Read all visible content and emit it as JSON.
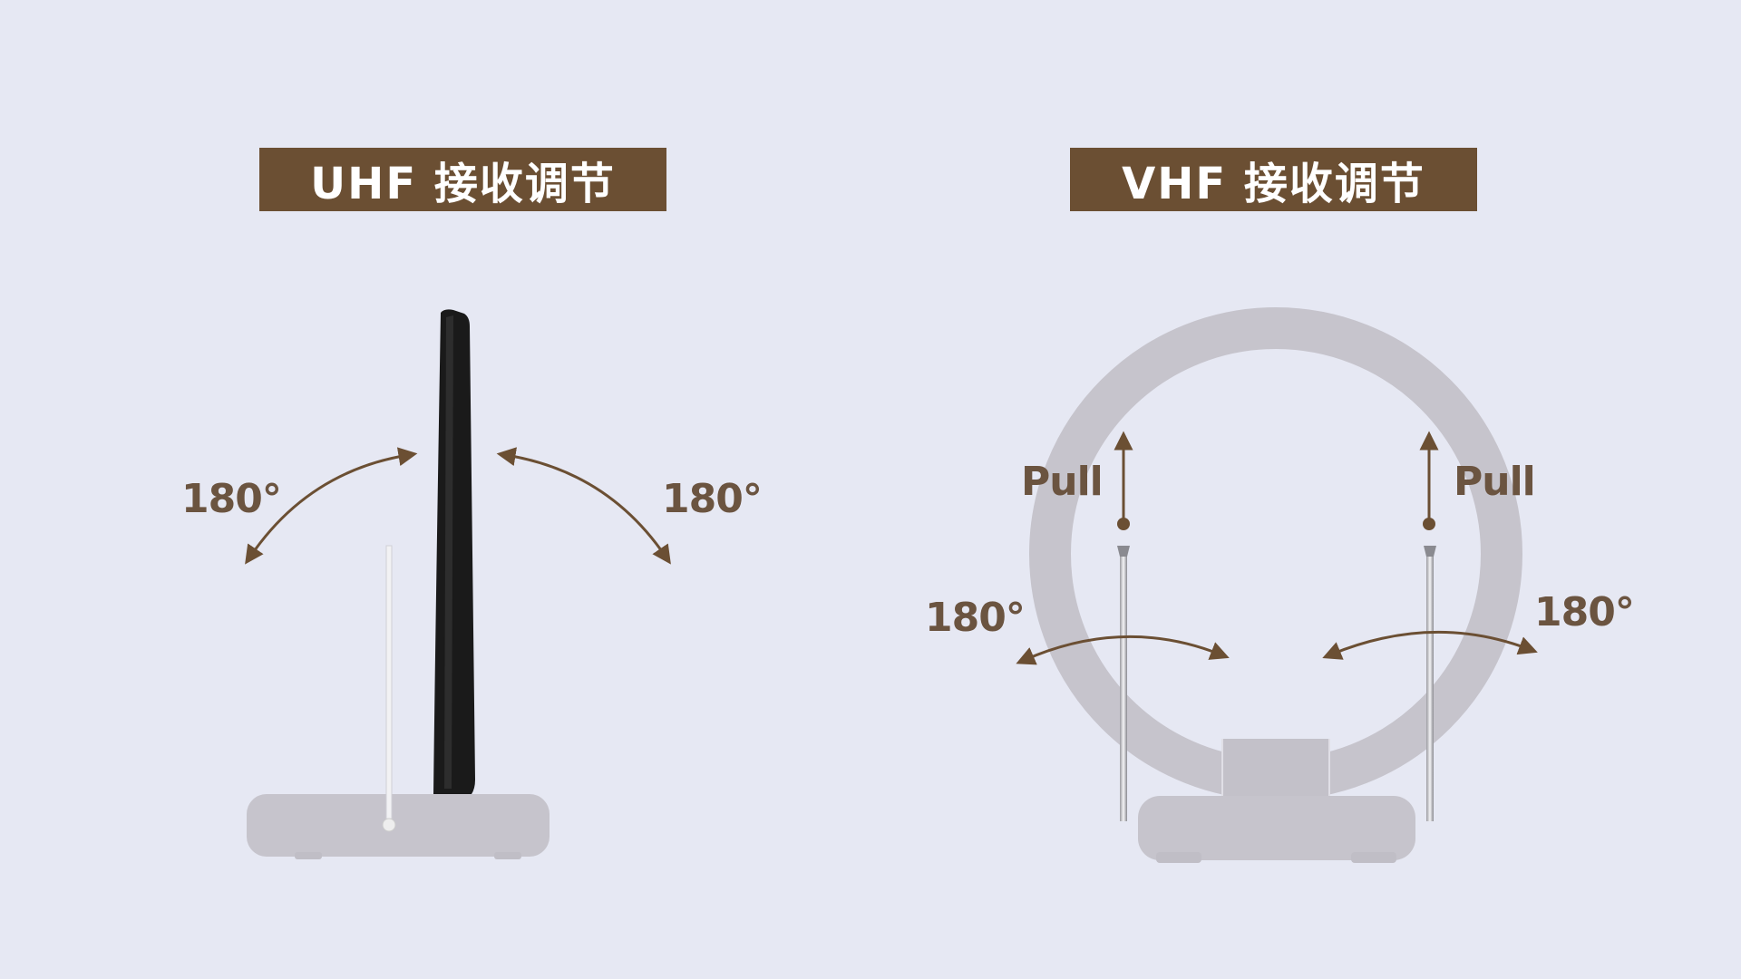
{
  "uhf": {
    "title": "UHF  接收调节",
    "angle_left": "180°",
    "angle_right": "180°"
  },
  "vhf": {
    "title": "VHF  接收调节",
    "pull_left": "Pull",
    "pull_right": "Pull",
    "angle_left": "180°",
    "angle_right": "180°"
  },
  "colors": {
    "background": "#e6e8f3",
    "accent": "#6b4f33",
    "device": "#c6c4cc"
  }
}
